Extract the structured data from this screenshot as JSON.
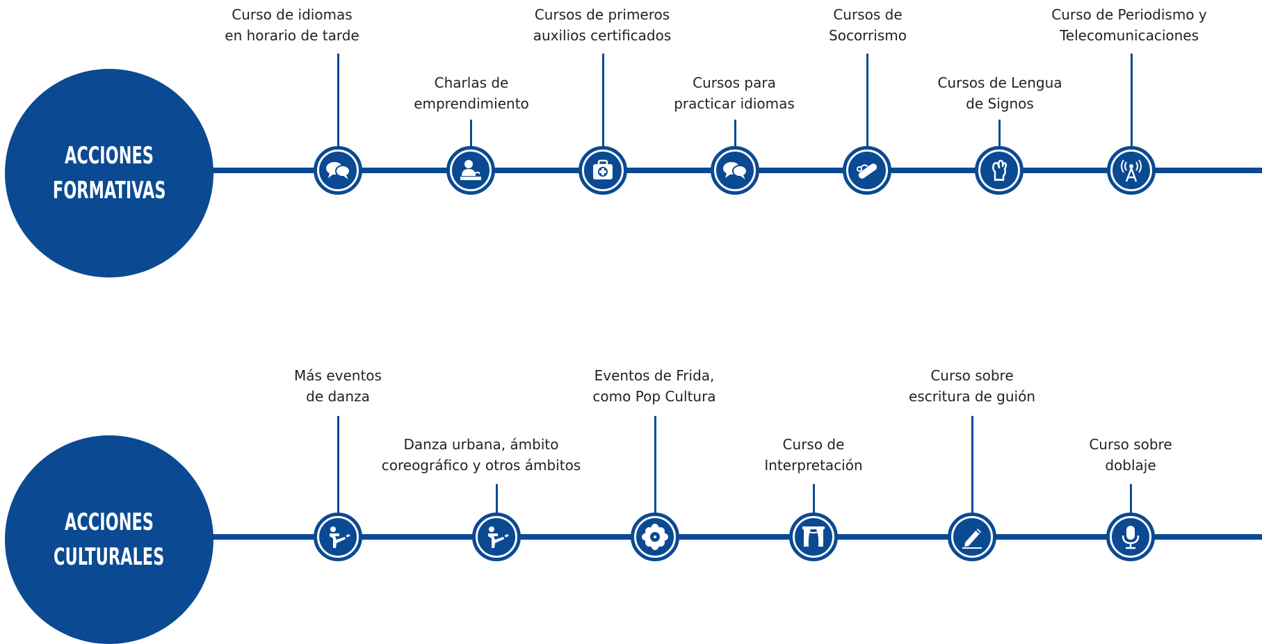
{
  "sections": [
    {
      "id": "formativas",
      "title_lines": [
        "ACCIONES",
        "FORMATIVAS"
      ],
      "items": [
        {
          "label": "Curso de idiomas\nen horario de tarde",
          "icon": "speech-bubbles-icon"
        },
        {
          "label": "Charlas de\nemprendimiento",
          "icon": "speaker-podium-icon"
        },
        {
          "label": "Cursos de primeros\nauxilios certificados",
          "icon": "first-aid-kit-icon"
        },
        {
          "label": "Cursos para\npracticar idiomas",
          "icon": "speech-bubbles-icon"
        },
        {
          "label": "Cursos de\nSocorrismo",
          "icon": "lifeguard-icon"
        },
        {
          "label": "Cursos de Lengua\nde Signos",
          "icon": "sign-language-hand-icon"
        },
        {
          "label": "Curso de Periodismo y\nTelecomunicaciones",
          "icon": "radio-antenna-icon"
        }
      ]
    },
    {
      "id": "culturales",
      "title_lines": [
        "ACCIONES",
        "CULTURALES"
      ],
      "items": [
        {
          "label": "Más eventos\nde danza",
          "icon": "dancer-icon"
        },
        {
          "label": "Danza urbana, ámbito\ncoreográfico y otros ámbitos",
          "icon": "dancer-icon"
        },
        {
          "label": "Eventos de Frida,\ncomo Pop Cultura",
          "icon": "flower-icon"
        },
        {
          "label": "Curso de\nInterpretación",
          "icon": "theater-stage-icon"
        },
        {
          "label": "Curso sobre\nescritura de guión",
          "icon": "pen-writing-icon"
        },
        {
          "label": "Curso sobre\ndoblaje",
          "icon": "microphone-icon"
        }
      ]
    }
  ],
  "colors": {
    "primary": "#0b4a92",
    "text": "#222222",
    "background": "#ffffff"
  }
}
